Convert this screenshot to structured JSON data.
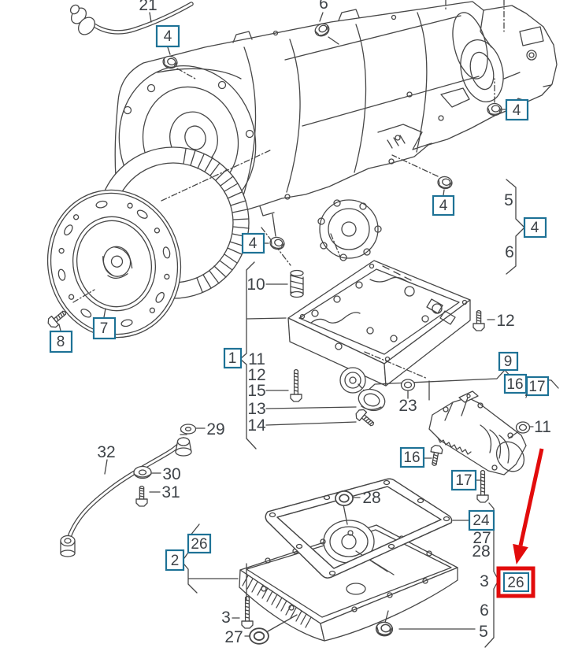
{
  "description": "Exploded parts diagram: automatic gearbox housing, torque converter, mechatronic valve body, gear selector actuator, oil pan with gasket, fluid pipes and fasteners",
  "colors": {
    "background": "#ffffff",
    "line": "#474747",
    "label_text": "#3e4348",
    "callout_box_border": "#1e7296",
    "highlight_red": "#e20c0c"
  },
  "labels": {
    "n1": "1",
    "n2": "2",
    "n3": "3",
    "n4": "4",
    "n5": "5",
    "n6": "6",
    "n7": "7",
    "n8": "8",
    "n9": "9",
    "n10": "10",
    "n11": "11",
    "n12": "12",
    "n13": "13",
    "n14": "14",
    "n15": "15",
    "n16": "16",
    "n17": "17",
    "n21": "21",
    "n23": "23",
    "n24": "24",
    "n26": "26",
    "n27": "27",
    "n28": "28",
    "n29": "29",
    "n30": "30",
    "n31": "31",
    "n32": "32",
    "comma": ","
  },
  "callouts": {
    "boxed": [
      "1",
      "2",
      "4",
      "7",
      "8",
      "9",
      "16",
      "17",
      "24",
      "26"
    ],
    "plain": [
      "3",
      "5",
      "6",
      "10",
      "11",
      "12",
      "13",
      "14",
      "15",
      "21",
      "23",
      "27",
      "28",
      "29",
      "30",
      "31",
      "32"
    ],
    "highlighted": "26"
  }
}
